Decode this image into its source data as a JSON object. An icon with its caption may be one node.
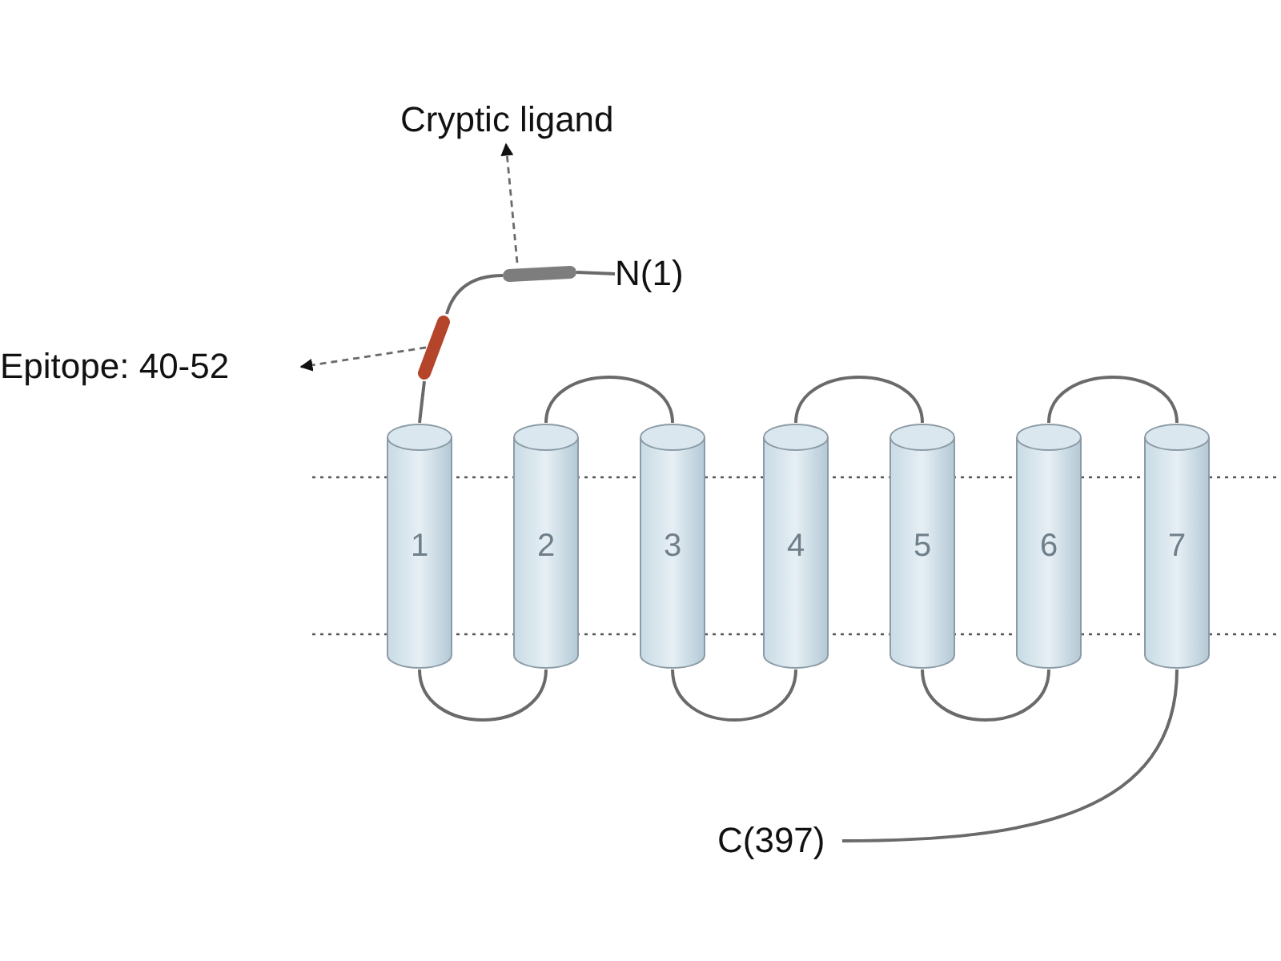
{
  "diagram": {
    "nodes": [
      {
        "text": [
          "Cryptic ligand"
        ]
      },
      {
        "text": [
          "N(1)"
        ]
      },
      {
        "text": [],
        "shape": "bar"
      },
      {
        "text": [],
        "shape": "bar"
      },
      {
        "text": [
          "Epitope: 40-52"
        ]
      },
      {
        "text": [
          "1"
        ]
      },
      {
        "text": [
          "2"
        ]
      },
      {
        "text": [
          "3"
        ]
      },
      {
        "text": [
          "4"
        ]
      },
      {
        "text": [
          "5"
        ]
      },
      {
        "text": [
          "6"
        ]
      },
      {
        "text": [
          "7"
        ]
      },
      {
        "text": [
          "C(397)"
        ]
      }
    ],
    "edges": [
      {
        "from": 1,
        "to": 2,
        "arrow": "none"
      },
      {
        "from": 2,
        "to": 0,
        "arrow": "to",
        "style": "dashed"
      },
      {
        "from": 2,
        "to": 3,
        "arrow": "none"
      },
      {
        "from": 3,
        "to": 4,
        "arrow": "to",
        "style": "dashed"
      },
      {
        "from": 3,
        "to": 5,
        "arrow": "none"
      },
      {
        "from": 5,
        "to": 6,
        "arrow": "none"
      },
      {
        "from": 6,
        "to": 7,
        "arrow": "none"
      },
      {
        "from": 7,
        "to": 8,
        "arrow": "none"
      },
      {
        "from": 8,
        "to": 9,
        "arrow": "none"
      },
      {
        "from": 9,
        "to": 10,
        "arrow": "none"
      },
      {
        "from": 10,
        "to": 11,
        "arrow": "none"
      },
      {
        "from": 11,
        "to": 12,
        "arrow": "none"
      }
    ]
  }
}
